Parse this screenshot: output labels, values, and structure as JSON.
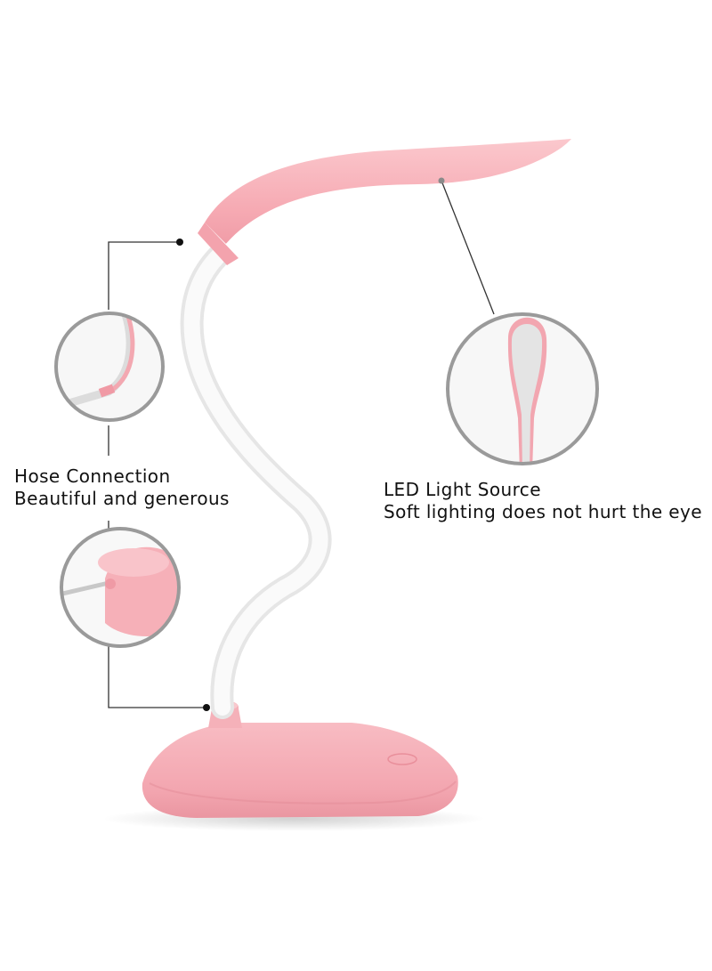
{
  "callouts": {
    "hose": {
      "title": "Hose Connection",
      "subtitle": "Beautiful and generous"
    },
    "led": {
      "title": "LED Light Source",
      "subtitle": "Soft lighting does not hurt the eye"
    }
  },
  "colors": {
    "background": "#ffffff",
    "lamp_pink": "#f7b6bd",
    "lamp_white": "#f4f4f4",
    "callout_ring": "#9a9a9a",
    "leader_line": "#333333"
  },
  "icons": {
    "leader_dot": "black-dot"
  }
}
